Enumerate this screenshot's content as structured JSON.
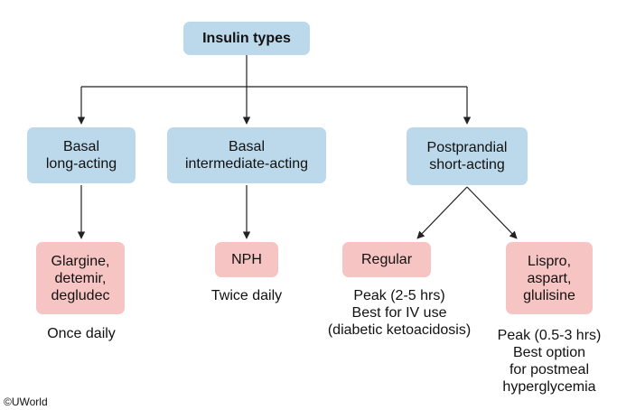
{
  "root": {
    "label": "Insulin types"
  },
  "categories": [
    {
      "lines": [
        "Basal",
        "long-acting"
      ]
    },
    {
      "lines": [
        "Basal",
        "intermediate-acting"
      ]
    },
    {
      "lines": [
        "Postprandial",
        "short-acting"
      ]
    }
  ],
  "drugs": [
    {
      "lines": [
        "Glargine,",
        "detemir,",
        "degludec"
      ]
    },
    {
      "lines": [
        "NPH"
      ]
    },
    {
      "lines": [
        "Regular"
      ]
    },
    {
      "lines": [
        "Lispro,",
        "aspart,",
        "glulisine"
      ]
    }
  ],
  "notes": [
    {
      "lines": [
        "Once daily"
      ]
    },
    {
      "lines": [
        "Twice daily"
      ]
    },
    {
      "lines": [
        "Peak (2-5 hrs)",
        "Best for IV use",
        "(diabetic ketoacidosis)"
      ]
    },
    {
      "lines": [
        "Peak (0.5-3 hrs)",
        "Best option",
        "for postmeal",
        "hyperglycemia"
      ]
    }
  ],
  "copyright": "©UWorld",
  "colors": {
    "category_box": "#bcd9eb",
    "drug_box": "#f6c5c3",
    "connector": "#222222"
  }
}
